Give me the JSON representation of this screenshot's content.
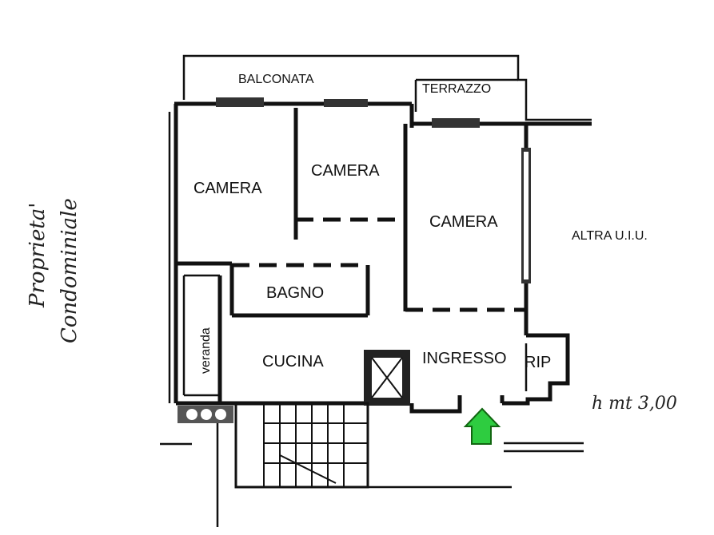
{
  "rooms": {
    "balconata": "BALCONATA",
    "terrazzo": "TERRAZZO",
    "camera_1": "CAMERA",
    "camera_2": "CAMERA",
    "camera_3": "CAMERA",
    "bagno": "BAGNO",
    "veranda": "veranda",
    "cucina": "CUCINA",
    "ingresso": "INGRESSO",
    "rip": "RIP"
  },
  "annotations": {
    "neighbor_unit": "ALTRA U.I.U.",
    "ceiling_height": "h mt 3,00",
    "condo_property_line1": "Proprieta'",
    "condo_property_line2": "Condominiale"
  },
  "colors": {
    "entrance_arrow": "#2ecc40",
    "walls": "#111111"
  },
  "icons": {
    "entrance": "entrance-arrow-icon"
  }
}
